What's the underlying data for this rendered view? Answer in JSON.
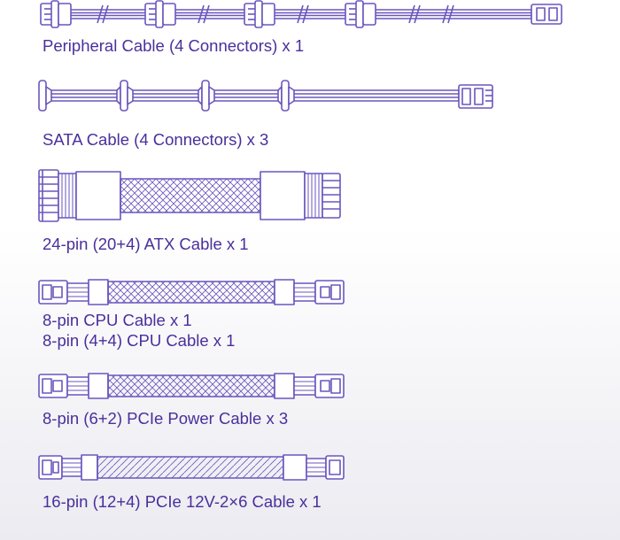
{
  "theme": {
    "ink": "#6a56bd",
    "text": "#4a2f9b",
    "fill": "#ffffff"
  },
  "cables": [
    {
      "icon": "peripheral-cable-icon",
      "label": "Peripheral Cable (4 Connectors) x 1"
    },
    {
      "icon": "sata-cable-icon",
      "label": "SATA Cable (4 Connectors) x 3"
    },
    {
      "icon": "atx-24pin-cable-icon",
      "label": "24-pin (20+4) ATX Cable x 1"
    },
    {
      "icon": "cpu-8pin-cable-icon",
      "label": "8-pin CPU Cable x 1",
      "label2": "8-pin (4+4) CPU Cable x 1"
    },
    {
      "icon": "pcie-8pin-cable-icon",
      "label": "8-pin (6+2) PCIe Power  Cable x 3"
    },
    {
      "icon": "pcie-16pin-cable-icon",
      "label": "16-pin (12+4) PCIe 12V-2×6 Cable x 1"
    }
  ]
}
